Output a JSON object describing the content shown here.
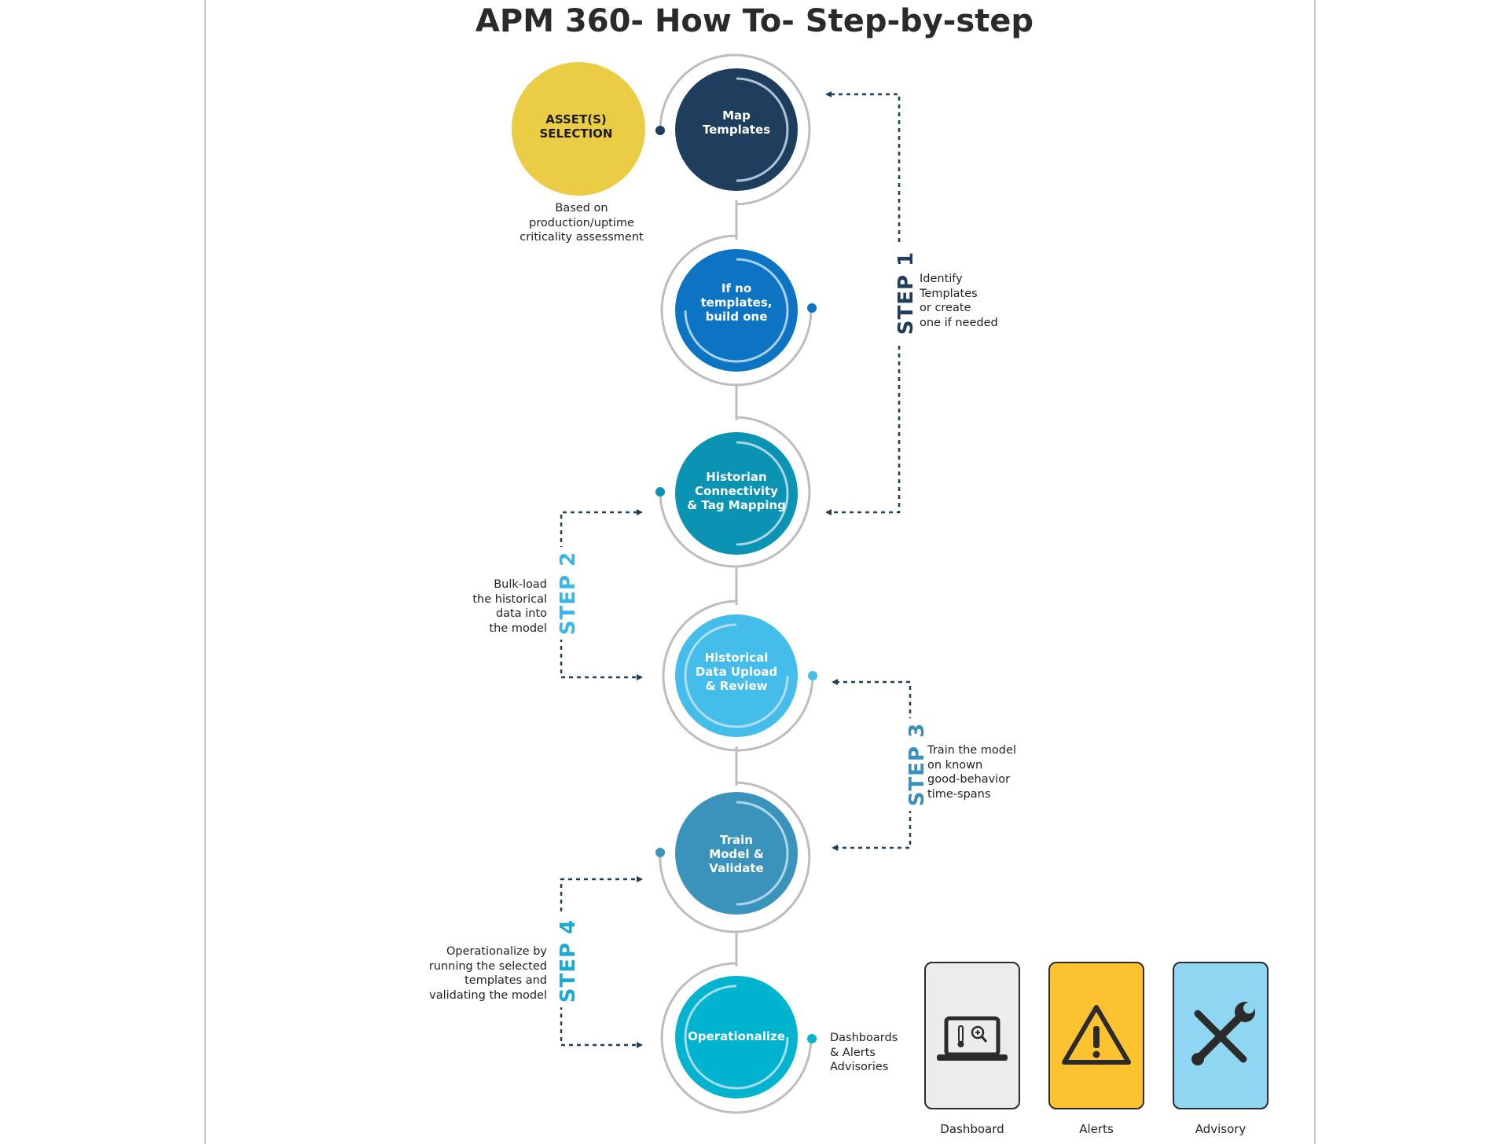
{
  "title": "APM 360- How To- Step-by-step",
  "colors": {
    "asset": "#ebcd45",
    "map_templates": "#1f3d5d",
    "build_template": "#0c74c2",
    "historian": "#0a93b3",
    "historical_upload": "#44bdea",
    "train_model": "#3a93bb",
    "operationalize": "#00b3cf",
    "step1": "#1f3d5d",
    "step2": "#3cb6e4",
    "step3": "#3a8fbd",
    "step4": "#1ea9d3",
    "alerts_card": "#fcc22f",
    "advisory_card": "#8fd6f2",
    "dashboard_card": "#ececec"
  },
  "asset_selection": {
    "label_line1": "ASSET(S)",
    "label_line2": "SELECTION",
    "note": [
      "Based on",
      "production/uptime",
      "criticality assessment"
    ]
  },
  "steps_circles": [
    {
      "id": "map-templates",
      "lines": [
        "Map",
        "Templates"
      ]
    },
    {
      "id": "build-template",
      "lines": [
        "If no",
        "templates,",
        "build one"
      ]
    },
    {
      "id": "historian",
      "lines": [
        "Historian",
        "Connectivity",
        "& Tag Mapping"
      ]
    },
    {
      "id": "historical-upload",
      "lines": [
        "Historical",
        "Data Upload",
        "& Review"
      ]
    },
    {
      "id": "train-model",
      "lines": [
        "Train",
        "Model &",
        "Validate"
      ]
    },
    {
      "id": "operationalize",
      "lines": [
        "Operationalize"
      ]
    }
  ],
  "step_labels": {
    "step1": "STEP 1",
    "step2": "STEP 2",
    "step3": "STEP 3",
    "step4": "STEP 4"
  },
  "step_notes": {
    "step1": [
      "Identify",
      "Templates",
      "or create",
      "one if needed"
    ],
    "step2": [
      "Bulk-load",
      "the historical",
      "data into",
      "the model"
    ],
    "step3": [
      "Train the model",
      "on known",
      "good-behavior",
      "time-spans"
    ],
    "step4": [
      "Operationalize by",
      "running the selected",
      "templates and",
      "validating the model"
    ]
  },
  "outputs_note": [
    "Dashboards",
    "& Alerts",
    "Advisories"
  ],
  "cards": [
    {
      "label": "Dashboard",
      "icon": "laptop-thermometer-icon"
    },
    {
      "label": "Alerts",
      "icon": "warning-triangle-icon"
    },
    {
      "label": "Advisory",
      "icon": "wrench-screwdriver-icon"
    }
  ]
}
